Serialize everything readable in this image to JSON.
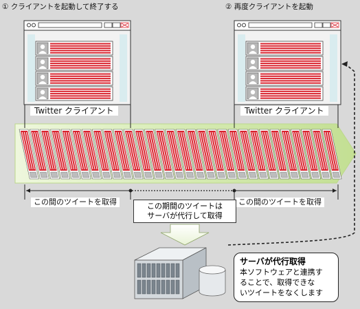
{
  "steps": {
    "step1": "① クライアントを起動して終了する",
    "step2": "② 再度クライアントを起動"
  },
  "clients": {
    "caption_left": "Twitter クライアント",
    "caption_right": "Twitter クライアント"
  },
  "ranges": {
    "left": "この間のツイートを取得",
    "right": "この間のツイートを取得"
  },
  "callout": {
    "line1": "この期間のツイートは",
    "line2": "サーバが代行して取得"
  },
  "info": {
    "title": "サーバが代行取得",
    "line1": "本ソフトウェアと連携す",
    "line2": "ることで、取得できな",
    "line3": "いツイートをなくします"
  },
  "colors": {
    "accent_red": "#d9232e",
    "arrow_green": "#cfe6a3",
    "background": "#d9d9d9"
  },
  "icons": {
    "server": "server-rack-icon",
    "database": "database-icon",
    "avatar": "user-avatar-icon"
  }
}
